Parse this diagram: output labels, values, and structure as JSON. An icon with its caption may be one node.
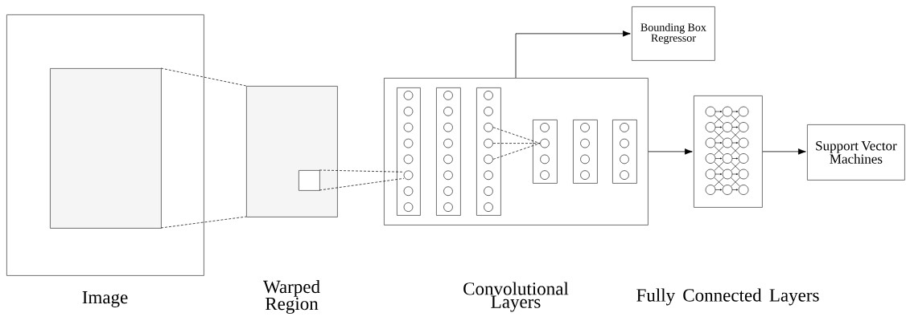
{
  "diagram": {
    "nodes": [
      {
        "text": [
          "Image"
        ]
      },
      {
        "text": [],
        "shape": "box",
        "in": 0
      },
      {
        "text": [
          "Warped Region"
        ]
      },
      {
        "text": [],
        "shape": "box",
        "in": 2
      },
      {
        "text": [
          "Convolutional Layers"
        ]
      },
      {
        "text": [],
        "shape": "box",
        "in": 4
      },
      {
        "text": [],
        "shape": "box",
        "in": 4
      },
      {
        "text": [],
        "shape": "box",
        "in": 4
      },
      {
        "text": [],
        "shape": "box",
        "in": 4
      },
      {
        "text": [],
        "shape": "box",
        "in": 4
      },
      {
        "text": [],
        "shape": "box",
        "in": 4
      },
      {
        "text": [
          "Bounding Box Regressor"
        ]
      },
      {
        "text": [
          "Fully Connected Layers"
        ]
      },
      {
        "text": [
          "Support Vector Machines"
        ]
      }
    ],
    "edges": [
      {
        "from": 1,
        "to": 2,
        "arrow": "none",
        "style": "dashed"
      },
      {
        "from": 1,
        "to": 2,
        "arrow": "none",
        "style": "dashed"
      },
      {
        "from": 3,
        "to": 5,
        "arrow": "none",
        "style": "dashed"
      },
      {
        "from": 3,
        "to": 5,
        "arrow": "none",
        "style": "dashed"
      },
      {
        "from": 7,
        "to": 8,
        "arrow": "none",
        "style": "dashed"
      },
      {
        "from": 7,
        "to": 8,
        "arrow": "none",
        "style": "dashed"
      },
      {
        "from": 7,
        "to": 8,
        "arrow": "none",
        "style": "dashed"
      },
      {
        "from": 4,
        "to": 11,
        "arrow": "to"
      },
      {
        "from": 4,
        "to": 12,
        "arrow": "to"
      },
      {
        "from": 12,
        "to": 13,
        "arrow": "to"
      }
    ]
  }
}
